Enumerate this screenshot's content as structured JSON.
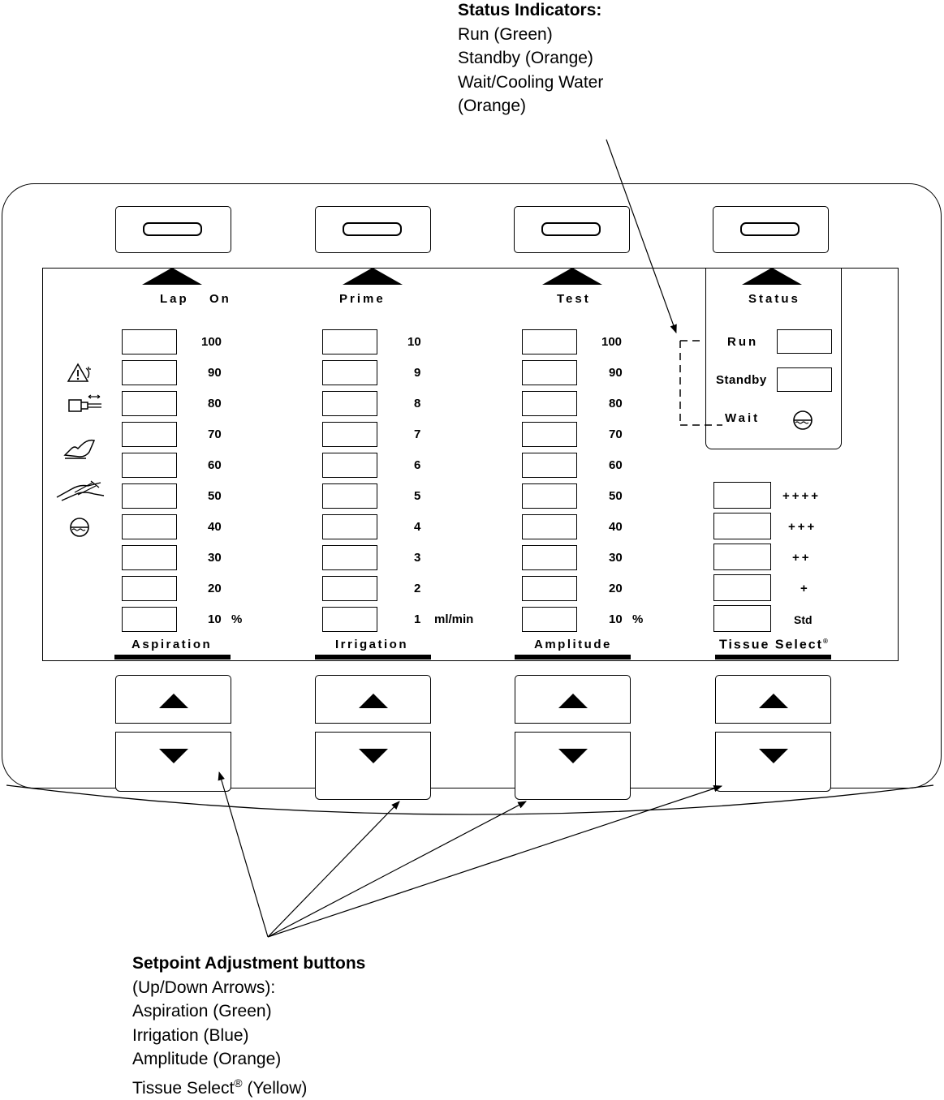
{
  "callouts": {
    "status": {
      "title": "Status Indicators:",
      "lines": [
        "Run (Green)",
        "Standby (Orange)",
        "Wait/Cooling Water",
        "(Orange)"
      ]
    },
    "setpoint": {
      "title": "Setpoint Adjustment buttons",
      "lines": [
        "(Up/Down Arrows):",
        "Aspiration (Green)",
        "Irrigation (Blue)",
        "Amplitude (Orange)",
        "Tissue Select"
      ],
      "registered": "®",
      "last_suffix": " (Yellow)"
    }
  },
  "panel": {
    "top_labels": {
      "lap": "Lap",
      "on": "On",
      "prime": "Prime",
      "test": "Test",
      "status": "Status"
    },
    "aspiration": {
      "values": [
        "100",
        "90",
        "80",
        "70",
        "60",
        "50",
        "40",
        "30",
        "20",
        "10"
      ],
      "unit": "%",
      "label": "Aspiration"
    },
    "irrigation": {
      "values": [
        "10",
        "9",
        "8",
        "7",
        "6",
        "5",
        "4",
        "3",
        "2",
        "1"
      ],
      "unit": "ml/min",
      "label": "Irrigation"
    },
    "amplitude": {
      "values": [
        "100",
        "90",
        "80",
        "70",
        "60",
        "50",
        "40",
        "30",
        "20",
        "10"
      ],
      "unit": "%",
      "label": "Amplitude"
    },
    "status": {
      "run": "Run",
      "standby": "Standby",
      "wait": "Wait"
    },
    "tissue_select": {
      "levels": [
        "++++",
        "+++",
        "++",
        "+",
        "Std"
      ],
      "label": "Tissue Select",
      "registered": "®"
    }
  },
  "icons": [
    "warning-icon",
    "handpiece-icon",
    "footswitch-icon",
    "hand-icon",
    "cooling-water-icon"
  ]
}
